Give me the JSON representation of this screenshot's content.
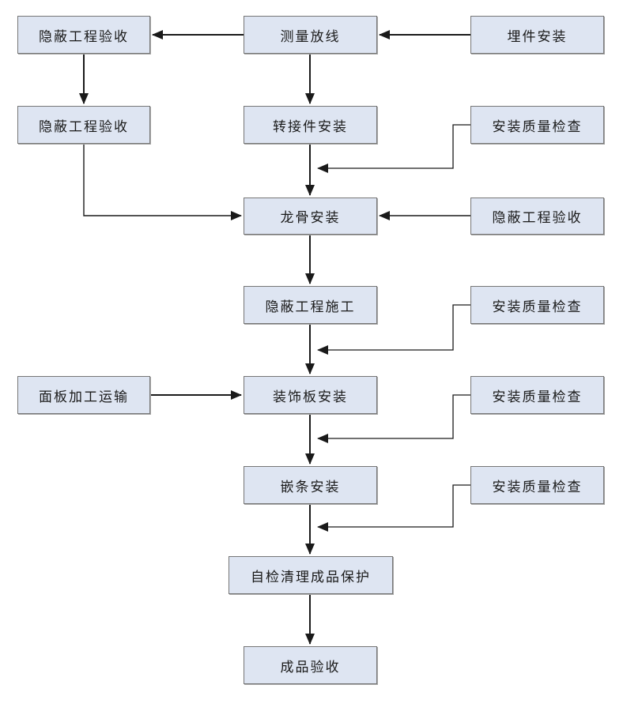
{
  "diagram": {
    "type": "flowchart",
    "nodes": [
      {
        "id": "yinbi-1",
        "label": "隐蔽工程验收"
      },
      {
        "id": "celiang",
        "label": "测量放线"
      },
      {
        "id": "maijian",
        "label": "埋件安装"
      },
      {
        "id": "yinbi-2",
        "label": "隐蔽工程验收"
      },
      {
        "id": "zhuanjie",
        "label": "转接件安装"
      },
      {
        "id": "anzhuang-jiancha-1",
        "label": "安装质量检查"
      },
      {
        "id": "longgu",
        "label": "龙骨安装"
      },
      {
        "id": "yinbi-3",
        "label": "隐蔽工程验收"
      },
      {
        "id": "yinbi-shigong",
        "label": "隐蔽工程施工"
      },
      {
        "id": "anzhuang-jiancha-2",
        "label": "安装质量检查"
      },
      {
        "id": "mianban",
        "label": "面板加工运输"
      },
      {
        "id": "zhuangshiban",
        "label": "装饰板安装"
      },
      {
        "id": "anzhuang-jiancha-3",
        "label": "安装质量检查"
      },
      {
        "id": "qiantiao",
        "label": "嵌条安装"
      },
      {
        "id": "anzhuang-jiancha-4",
        "label": "安装质量检查"
      },
      {
        "id": "zijian",
        "label": "自检清理成品保护"
      },
      {
        "id": "chengpin",
        "label": "成品验收"
      }
    ],
    "edges": [
      {
        "from": "maijian",
        "to": "celiang"
      },
      {
        "from": "celiang",
        "to": "yinbi-1"
      },
      {
        "from": "yinbi-1",
        "to": "yinbi-2"
      },
      {
        "from": "celiang",
        "to": "zhuanjie"
      },
      {
        "from": "zhuanjie",
        "to": "longgu"
      },
      {
        "from": "anzhuang-jiancha-1",
        "to": "longgu"
      },
      {
        "from": "yinbi-2",
        "to": "longgu"
      },
      {
        "from": "yinbi-3",
        "to": "longgu"
      },
      {
        "from": "longgu",
        "to": "yinbi-shigong"
      },
      {
        "from": "yinbi-shigong",
        "to": "zhuangshiban"
      },
      {
        "from": "anzhuang-jiancha-2",
        "to": "zhuangshiban"
      },
      {
        "from": "mianban",
        "to": "zhuangshiban"
      },
      {
        "from": "zhuangshiban",
        "to": "qiantiao"
      },
      {
        "from": "anzhuang-jiancha-3",
        "to": "qiantiao"
      },
      {
        "from": "qiantiao",
        "to": "zijian"
      },
      {
        "from": "anzhuang-jiancha-4",
        "to": "zijian"
      },
      {
        "from": "zijian",
        "to": "chengpin"
      }
    ]
  },
  "colors": {
    "node_fill": "#dee5f2",
    "node_border": "#767676",
    "arrow": "#1a1a1a",
    "background": "#ffffff"
  }
}
